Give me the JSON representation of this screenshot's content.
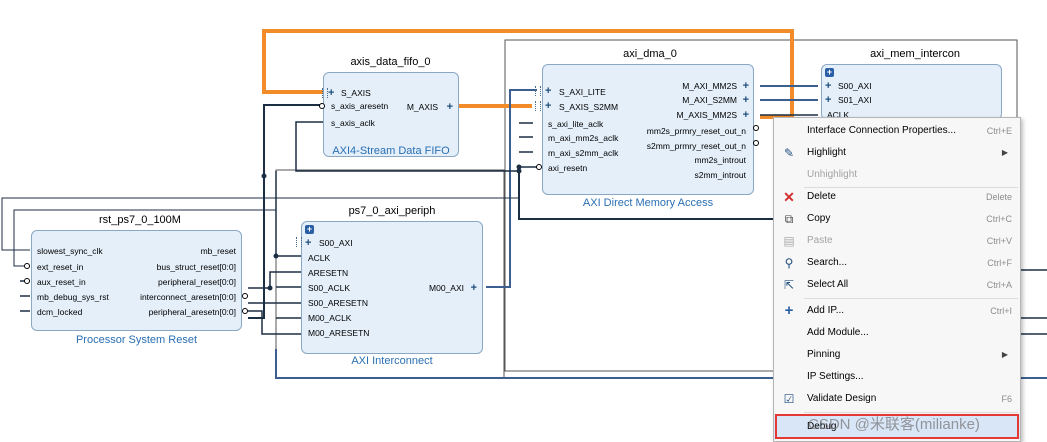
{
  "blocks": {
    "fifo": {
      "title": "axis_data_fifo_0",
      "subtitle": "AXI4-Stream Data FIFO",
      "ports_left": [
        "S_AXIS",
        "s_axis_aresetn",
        "s_axis_aclk"
      ],
      "ports_right": [
        "M_AXIS"
      ]
    },
    "dma": {
      "title": "axi_dma_0",
      "subtitle": "AXI Direct Memory Access",
      "ports_left": [
        "S_AXI_LITE",
        "S_AXIS_S2MM",
        "s_axi_lite_aclk",
        "m_axi_mm2s_aclk",
        "m_axi_s2mm_aclk",
        "axi_resetn"
      ],
      "ports_right": [
        "M_AXI_MM2S",
        "M_AXI_S2MM",
        "M_AXIS_MM2S",
        "mm2s_prmry_reset_out_n",
        "s2mm_prmry_reset_out_n",
        "mm2s_introut",
        "s2mm_introut"
      ]
    },
    "intercon": {
      "title": "axi_mem_intercon",
      "ports_left": [
        "S00_AXI",
        "S01_AXI",
        "ACLK"
      ]
    },
    "rst": {
      "title": "rst_ps7_0_100M",
      "subtitle": "Processor System Reset",
      "ports_left": [
        "slowest_sync_clk",
        "ext_reset_in",
        "aux_reset_in",
        "mb_debug_sys_rst",
        "dcm_locked"
      ],
      "ports_right": [
        "mb_reset",
        "bus_struct_reset[0:0]",
        "peripheral_reset[0:0]",
        "interconnect_aresetn[0:0]",
        "peripheral_aresetn[0:0]"
      ]
    },
    "periph": {
      "title": "ps7_0_axi_periph",
      "subtitle": "AXI Interconnect",
      "ports_left": [
        "S00_AXI",
        "ACLK",
        "ARESETN",
        "S00_ACLK",
        "S00_ARESETN",
        "M00_ACLK",
        "M00_ARESETN"
      ],
      "ports_right": [
        "M00_AXI"
      ]
    }
  },
  "colors": {
    "block_fill": "#e4effa",
    "block_border": "#8aa7c4",
    "axis_wire": "#f28c28",
    "bus_wire": "#3c5f8f",
    "net_wire": "#1c2e44",
    "highlight_box": "#e53935"
  },
  "context_menu": {
    "items": [
      {
        "label": "Interface Connection Properties...",
        "shortcut": "Ctrl+E",
        "icon": "",
        "disabled": false
      },
      {
        "label": "Highlight",
        "shortcut": "",
        "icon": "highlight-icon",
        "submenu": true,
        "disabled": false
      },
      {
        "label": "Unhighlight",
        "shortcut": "",
        "icon": "",
        "disabled": true
      },
      {
        "label": "Delete",
        "shortcut": "Delete",
        "icon": "delete-icon",
        "disabled": false
      },
      {
        "label": "Copy",
        "shortcut": "Ctrl+C",
        "icon": "copy-icon",
        "disabled": false
      },
      {
        "label": "Paste",
        "shortcut": "Ctrl+V",
        "icon": "paste-icon",
        "disabled": true
      },
      {
        "label": "Search...",
        "shortcut": "Ctrl+F",
        "icon": "search-icon",
        "disabled": false
      },
      {
        "label": "Select All",
        "shortcut": "Ctrl+A",
        "icon": "select-all-icon",
        "disabled": false
      },
      {
        "label": "Add IP...",
        "shortcut": "Ctrl+I",
        "icon": "add-icon",
        "disabled": false
      },
      {
        "label": "Add Module...",
        "shortcut": "",
        "icon": "",
        "disabled": false
      },
      {
        "label": "Pinning",
        "shortcut": "",
        "icon": "",
        "submenu": true,
        "disabled": false
      },
      {
        "label": "IP Settings...",
        "shortcut": "",
        "icon": "",
        "disabled": false
      },
      {
        "label": "Validate Design",
        "shortcut": "F6",
        "icon": "validate-icon",
        "disabled": false
      },
      {
        "label": "Debug",
        "shortcut": "",
        "icon": "",
        "disabled": false
      }
    ]
  },
  "watermark": "CSDN @米联客(milianke)"
}
